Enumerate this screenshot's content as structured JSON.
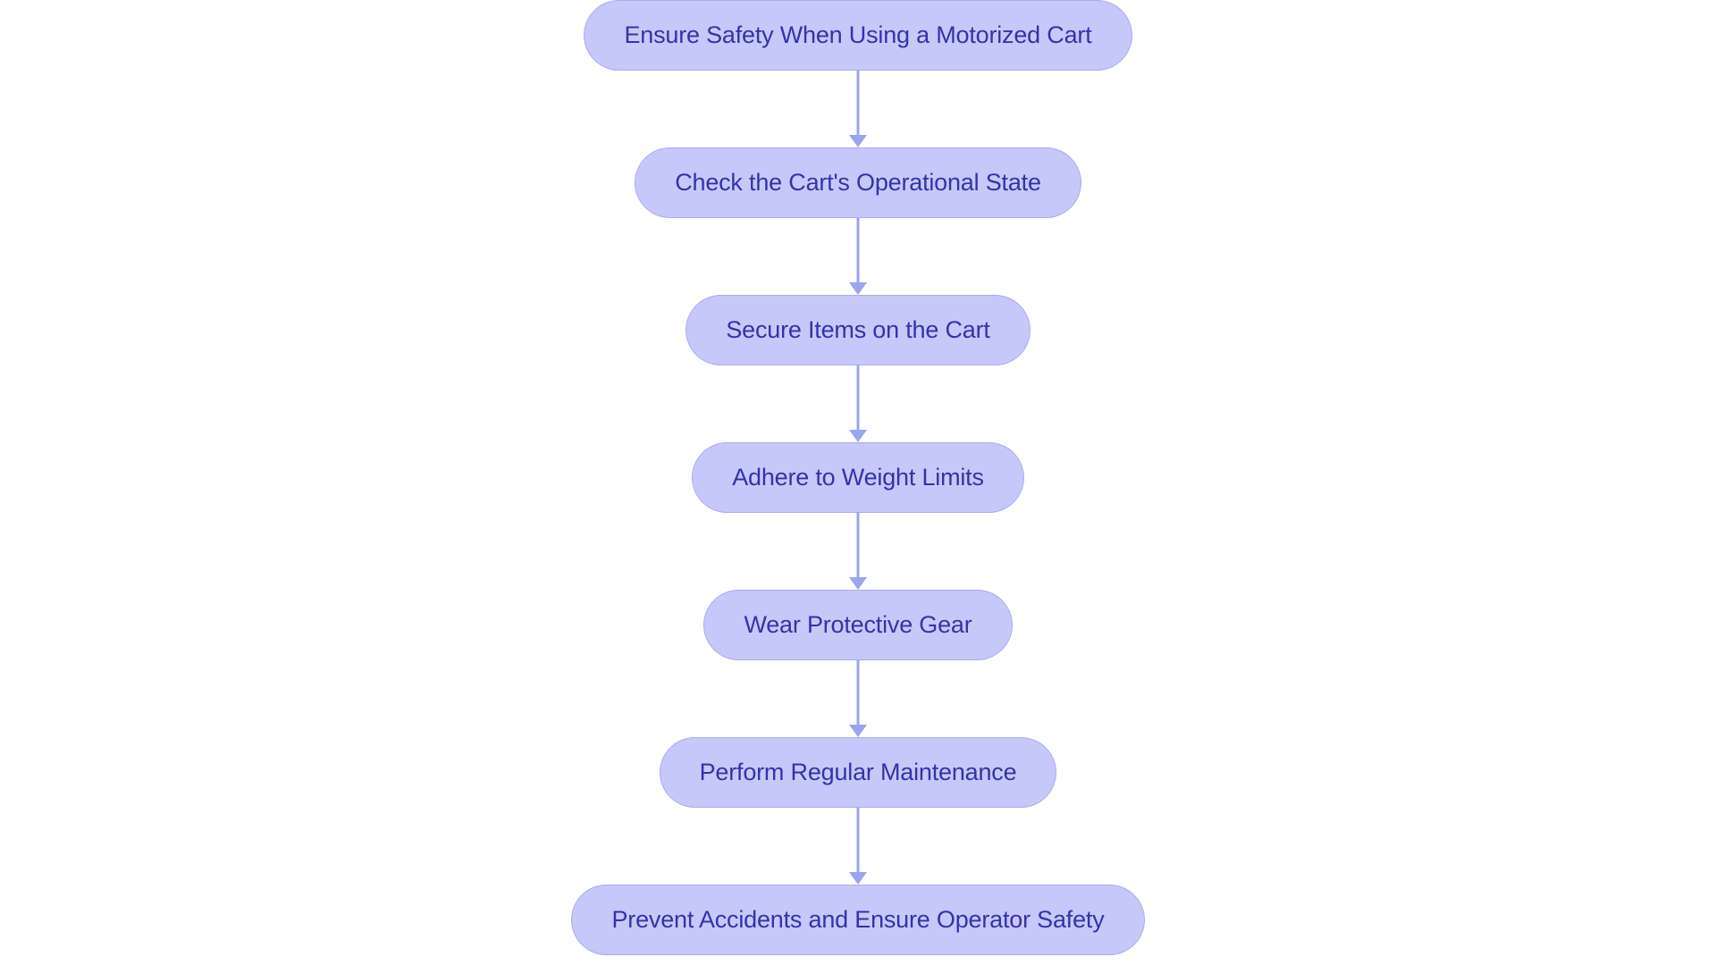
{
  "chart_data": {
    "type": "diagram",
    "diagram_type": "flowchart",
    "orientation": "vertical-top-to-bottom",
    "title": "",
    "background_color": "#ffffff",
    "node_style": {
      "shape": "pill",
      "fill": "#c7c8fa",
      "border": "#aaabee",
      "text_color": "#3333aa"
    },
    "edge_style": {
      "color": "#9ba4ee",
      "arrow": "triangle-down",
      "line_width": 3
    },
    "nodes": [
      {
        "id": "n1",
        "label": "Ensure Safety When Using a Motorized Cart"
      },
      {
        "id": "n2",
        "label": "Check the Cart's Operational State"
      },
      {
        "id": "n3",
        "label": "Secure Items on the Cart"
      },
      {
        "id": "n4",
        "label": "Adhere to Weight Limits"
      },
      {
        "id": "n5",
        "label": "Wear Protective Gear"
      },
      {
        "id": "n6",
        "label": "Perform Regular Maintenance"
      },
      {
        "id": "n7",
        "label": "Prevent Accidents and Ensure Operator Safety"
      }
    ],
    "edges": [
      {
        "from": "n1",
        "to": "n2",
        "label": ""
      },
      {
        "from": "n2",
        "to": "n3",
        "label": ""
      },
      {
        "from": "n3",
        "to": "n4",
        "label": ""
      },
      {
        "from": "n4",
        "to": "n5",
        "label": ""
      },
      {
        "from": "n5",
        "to": "n6",
        "label": ""
      },
      {
        "from": "n6",
        "to": "n7",
        "label": ""
      }
    ]
  }
}
